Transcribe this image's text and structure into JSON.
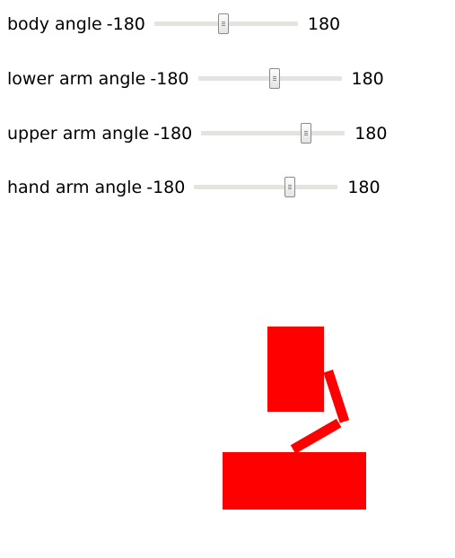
{
  "controls": [
    {
      "label": "body angle",
      "min": "-180",
      "max": "180",
      "value": -7
    },
    {
      "label": "lower arm angle",
      "min": "-180",
      "max": "180",
      "value": 14
    },
    {
      "label": "upper arm angle",
      "min": "-180",
      "max": "180",
      "value": 90
    },
    {
      "label": "hand arm angle",
      "min": "-180",
      "max": "180",
      "value": 65
    }
  ],
  "colors": {
    "figure": "#ff0000"
  }
}
